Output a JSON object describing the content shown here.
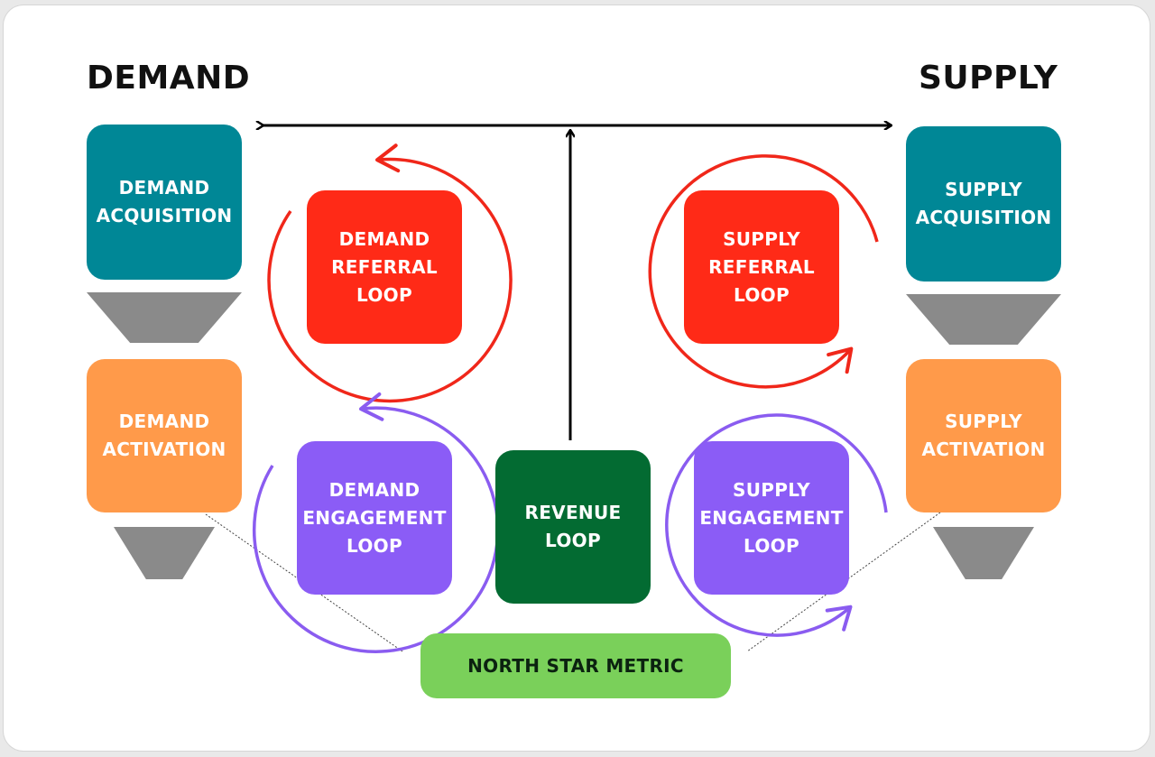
{
  "headings": {
    "demand": "DEMAND",
    "supply": "SUPPLY"
  },
  "boxes": {
    "demand_acquisition": "DEMAND\nACQUISITION",
    "demand_activation": "DEMAND\nACTIVATION",
    "supply_acquisition": "SUPPLY\nACQUISITION",
    "supply_activation": "SUPPLY\nACTIVATION",
    "demand_referral_loop": "DEMAND\nREFERRAL\nLOOP",
    "supply_referral_loop": "SUPPLY\nREFERRAL\nLOOP",
    "demand_engagement_loop": "DEMAND\nENGAGEMENT\nLOOP",
    "supply_engagement_loop": "SUPPLY\nENGAGEMENT\nLOOP",
    "revenue_loop": "REVENUE\nLOOP",
    "north_star_metric": "NORTH STAR METRIC"
  },
  "colors": {
    "acquisition": "#008796",
    "activation": "#ff9a4a",
    "referral": "#ff2a17",
    "engagement": "#8b5cf6",
    "revenue": "#036b32",
    "north_star": "#7ad05a",
    "funnel": "#8a8a8a"
  }
}
